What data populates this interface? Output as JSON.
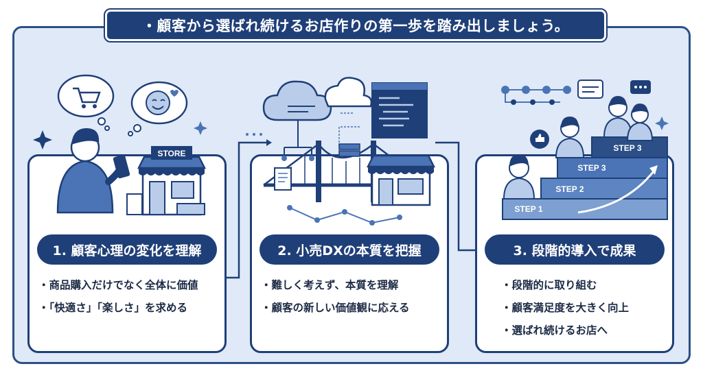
{
  "banner": "・顧客から選ばれ続けるお店作りの第一歩を踏み出しましょう。",
  "colors": {
    "navy": "#1f3f78",
    "mid": "#4a74b5",
    "light": "#dfe9f7",
    "pale": "#b9cdea"
  },
  "steps": [
    {
      "title": "1. 顧客心理の変化を理解",
      "bullets": [
        "商品購入だけでなく全体に価値",
        "「快適さ」「楽しさ」を求める"
      ],
      "store_sign": "STORE"
    },
    {
      "title": "2. 小売DXの本質を把握",
      "bullets": [
        "難しく考えず、本質を理解",
        "顧客の新しい価値観に応える"
      ]
    },
    {
      "title": "3. 段階的導入で成果",
      "bullets": [
        "段階的に取り組む",
        "顧客満足度を大きく向上",
        "選ばれ続けるお店へ"
      ],
      "stair_labels": [
        "STEP 1",
        "STEP 2",
        "STEP 3",
        "STEP 3"
      ]
    }
  ]
}
